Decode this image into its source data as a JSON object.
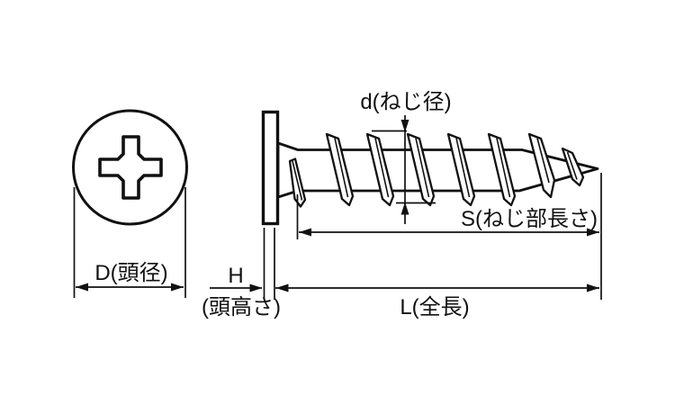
{
  "figure": {
    "kind": "screw-dimension-drawing",
    "background_color": "#ffffff",
    "line_color": "#111111"
  },
  "labels": {
    "thread_diameter": "d(ねじ径)",
    "thread_length": "S(ねじ部長さ)",
    "head_diameter": "D(頭径)",
    "head_height_symbol": "H",
    "head_height_caption": "(頭高さ)",
    "total_length": "L(全長)"
  }
}
